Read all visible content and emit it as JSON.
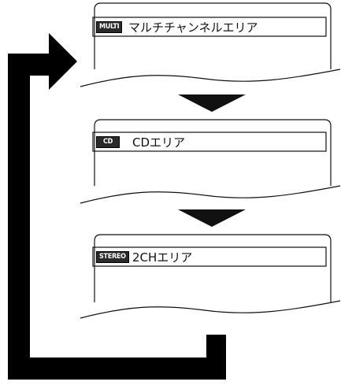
{
  "screens": [
    {
      "badge": "MULTI",
      "label": "マルチチャンネルエリア"
    },
    {
      "badge": "CD",
      "label": "CDエリア"
    },
    {
      "badge": "STEREO",
      "label": "2CHエリア"
    }
  ]
}
